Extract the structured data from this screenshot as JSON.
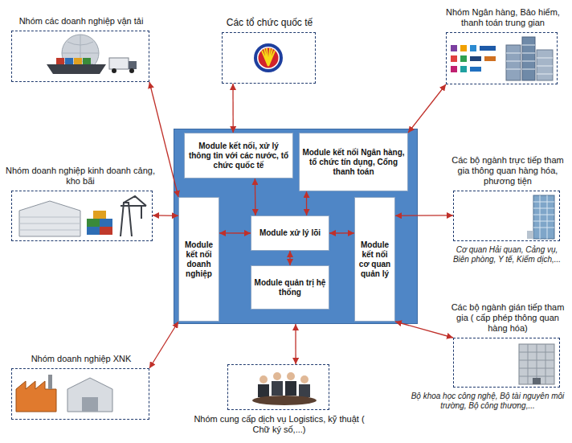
{
  "diagram": {
    "nodes": [
      {
        "text": [
          "Nhóm các doanh nghiệp vận tải"
        ]
      },
      {
        "text": [
          "Các tổ chức quốc tế"
        ]
      },
      {
        "text": [
          "Nhóm Ngân hàng, Bảo hiểm, thanh toán trung gian"
        ]
      },
      {
        "text": [
          "Nhóm doanh nghiệp kinh doanh cảng, kho bãi"
        ]
      },
      {
        "text": []
      },
      {
        "text": [
          "Module kết nối, xử lý thông tin với các nước, tổ chức quốc tế"
        ],
        "in": 4
      },
      {
        "text": [
          "Module kết nối Ngân hàng, tổ chức tín dụng, Cổng thanh toán"
        ],
        "in": 4
      },
      {
        "text": [
          "Module kết nối doanh nghiệp"
        ],
        "in": 4
      },
      {
        "text": [
          "Module xử lý lõi"
        ],
        "in": 4
      },
      {
        "text": [
          "Module kết nối cơ quan quản lý"
        ],
        "in": 4
      },
      {
        "text": [
          "Module quản trị hệ thống"
        ],
        "in": 4
      },
      {
        "text": [
          "Các bộ ngành trực tiếp tham gia thông quan hàng hóa, phương tiện",
          "Cơ quan Hải quan, Cảng vụ, Biên phòng, Y tế, Kiểm dịch,..."
        ]
      },
      {
        "text": [
          "Các bộ ngành gián tiếp tham gia ( cấp phép thông quan hàng hóa)",
          "Bộ khoa học công nghệ, Bộ tài nguyên môi trường, Bộ công thương,..."
        ]
      },
      {
        "text": [
          "Nhóm doanh nghiệp XNK"
        ]
      },
      {
        "text": [
          "Nhóm cung cấp dịch vụ Logistics, kỹ thuật ( Chữ ký số,...)"
        ]
      }
    ],
    "edges": [
      {
        "from": 0,
        "to": 7,
        "arrow": "both"
      },
      {
        "from": 1,
        "to": 5,
        "arrow": "both"
      },
      {
        "from": 2,
        "to": 6,
        "arrow": "both"
      },
      {
        "from": 3,
        "to": 7,
        "arrow": "both"
      },
      {
        "from": 5,
        "to": 8,
        "arrow": "both"
      },
      {
        "from": 6,
        "to": 8,
        "arrow": "both"
      },
      {
        "from": 7,
        "to": 8,
        "arrow": "both"
      },
      {
        "from": 8,
        "to": 9,
        "arrow": "both"
      },
      {
        "from": 8,
        "to": 10,
        "arrow": "both"
      },
      {
        "from": 11,
        "to": 9,
        "arrow": "both"
      },
      {
        "from": 12,
        "to": 9,
        "arrow": "both"
      },
      {
        "from": 13,
        "to": 7,
        "arrow": "both"
      },
      {
        "from": 14,
        "to": 4,
        "arrow": "both"
      }
    ]
  }
}
